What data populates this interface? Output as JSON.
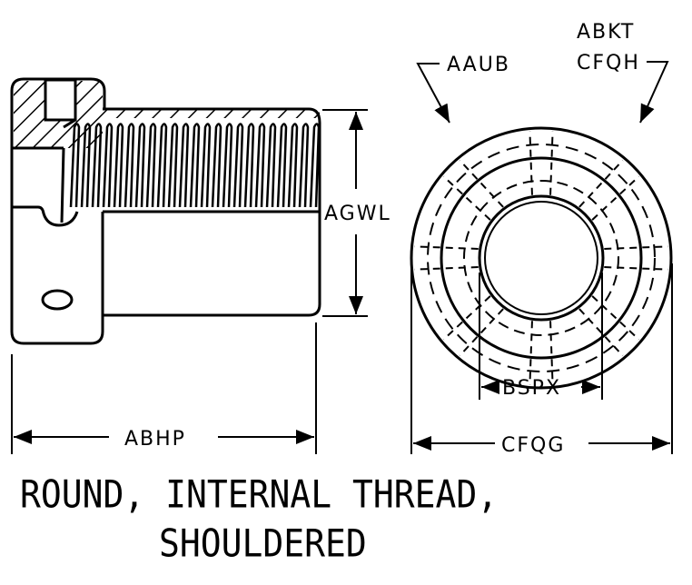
{
  "labels": {
    "aaub": "AAUB",
    "abkt": "ABKT",
    "cfqh": "CFQH",
    "agwl": "AGWL",
    "bspx": "BSPX",
    "abhp": "ABHP",
    "cfqg": "CFQG"
  },
  "caption": {
    "line1": "ROUND, INTERNAL THREAD,",
    "line2": "SHOULDERED"
  }
}
